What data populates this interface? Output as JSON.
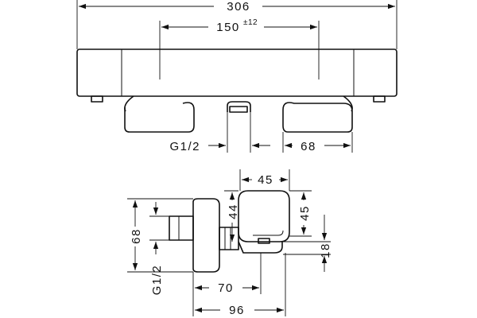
{
  "dimensions": {
    "overall_width": "306",
    "center_distance": "150",
    "center_distance_tolerance": "±12",
    "connection_thread": "G1/2",
    "handle_offset": "68",
    "body_depth": "45",
    "body_height": "45",
    "spout_height": "44",
    "side_height": "68",
    "side_thread": "G1/2",
    "spout_drop": "18",
    "projection_short": "70",
    "projection_long": "96"
  }
}
